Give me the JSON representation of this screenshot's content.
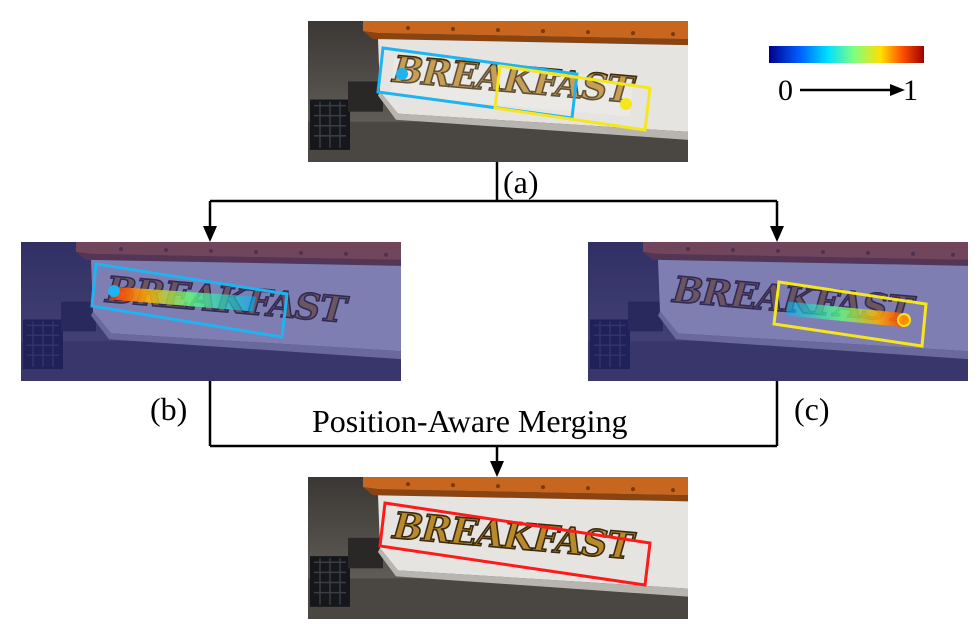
{
  "labels": {
    "a": "(a)",
    "b": "(b)",
    "c": "(c)",
    "merge": "Position-Aware Merging",
    "scale_min": "0",
    "scale_max": "1"
  },
  "sign_text": "BREAKFAST",
  "colors": {
    "box_start": "#1fb4f0",
    "box_end": "#f5e61e",
    "box_merged": "#ff1a1a",
    "truck_orange": "#c7661f",
    "panel_white": "#e8e6e2",
    "letter_gold": "#b98a2c",
    "overlay_blue": "#2a2a8c"
  },
  "colorbar": {
    "stops": [
      "#00008c",
      "#0060ff",
      "#00e0ff",
      "#80ff80",
      "#ffe000",
      "#ff5000",
      "#a00000"
    ]
  }
}
